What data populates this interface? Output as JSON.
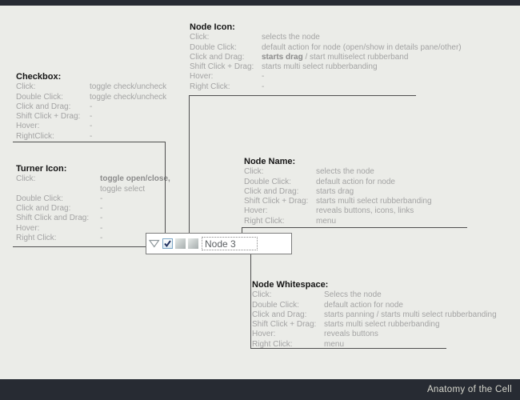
{
  "colors": {
    "bar": "#272b33",
    "background": "#ebece8",
    "connector_line": "#4f4f4f",
    "title_text": "#141414",
    "body_text": "#a3a3a3",
    "bold_value_text": "#8b8b8b",
    "checkbox_border": "#7ba6c6",
    "checkmark": "#20305f",
    "footer_text": "#d8d8ce"
  },
  "footer": {
    "title": "Anatomy of the Cell"
  },
  "node": {
    "label": "Node 3",
    "turner_icon": "expanded-open-triangle",
    "checkbox_checked": true
  },
  "blocks": {
    "checkbox": {
      "title": "Checkbox:",
      "rows": [
        {
          "label": "Click:",
          "value": "toggle check/uncheck"
        },
        {
          "label": "Double Click:",
          "value": "toggle check/uncheck"
        },
        {
          "label": "Click and Drag:",
          "value": "-"
        },
        {
          "label": "Shift Click + Drag:",
          "value": "-"
        },
        {
          "label": "Hover:",
          "value": "-"
        },
        {
          "label": "RightClick:",
          "value": "-"
        }
      ]
    },
    "turner_icon": {
      "title": "Turner Icon:",
      "rows": [
        {
          "label": "Click:",
          "value_bold": "toggle open/close,",
          "value_line2": "toggle select"
        },
        {
          "label": "Double Click:",
          "value": "-"
        },
        {
          "label": "Click and Drag:",
          "value": "-"
        },
        {
          "label": "Shift Click and Drag:",
          "value": "-"
        },
        {
          "label": "Hover:",
          "value": "-"
        },
        {
          "label": "Right Click:",
          "value": "-"
        }
      ]
    },
    "node_icon": {
      "title": "Node Icon:",
      "rows": [
        {
          "label": "Click:",
          "value": "selects the node"
        },
        {
          "label": "Double Click:",
          "value": "default action for node (open/show in details pane/other)"
        },
        {
          "label": "Click and Drag:",
          "value_bold": "starts drag",
          "value_rest": " / start multiselect rubberband"
        },
        {
          "label": "Shift Click + Drag:",
          "value": "starts multi select rubberbanding"
        },
        {
          "label": "Hover:",
          "value": "-"
        },
        {
          "label": "Right Click:",
          "value": "-"
        }
      ]
    },
    "node_name": {
      "title": "Node Name:",
      "rows": [
        {
          "label": "Click:",
          "value": "selects  the node"
        },
        {
          "label": "Double Click:",
          "value": "default action for node"
        },
        {
          "label": "Click and Drag:",
          "value": "starts drag"
        },
        {
          "label": "Shift Click + Drag:",
          "value": "starts multi select rubberbanding"
        },
        {
          "label": "Hover:",
          "value": "reveals buttons, icons, links"
        },
        {
          "label": "Right Click:",
          "value": "menu"
        }
      ]
    },
    "node_whitespace": {
      "title": "Node Whitespace:",
      "rows": [
        {
          "label": "Click:",
          "value": "Selecs the node"
        },
        {
          "label": "Double Click:",
          "value": "default action for node"
        },
        {
          "label": "Click and Drag:",
          "value": "starts panning / starts multi select rubberbanding"
        },
        {
          "label": "Shift Click + Drag:",
          "value": "starts multi select rubberbanding"
        },
        {
          "label": "Hover:",
          "value": "reveals buttons"
        },
        {
          "label": "Right Click:",
          "value": "menu"
        }
      ]
    }
  }
}
